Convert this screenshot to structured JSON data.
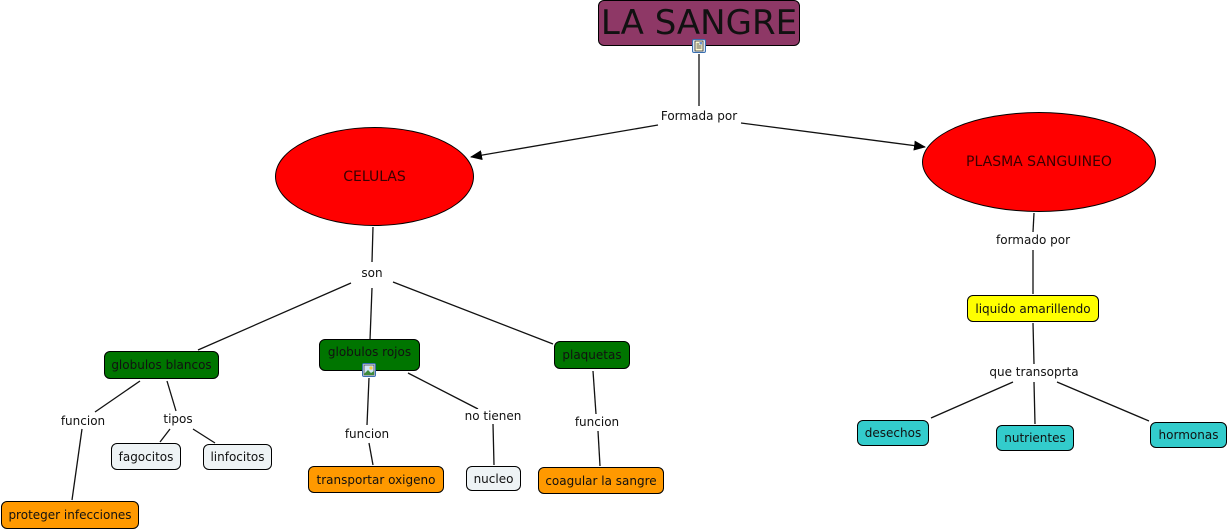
{
  "title": "LA SANGRE",
  "colors": {
    "title_fill": "#8e3866",
    "ellipse_fill": "#ff0000",
    "category_fill": "#007500",
    "function_fill": "#ff9900",
    "type_fill": "#eef3f5",
    "liquid_fill": "#ffff00",
    "content_fill": "#33cccc"
  },
  "nodes": {
    "celulas": "CELULAS",
    "plasma": "PLASMA SANGUINEO",
    "globulos_blancos": "globulos blancos",
    "globulos_rojos": "globulos rojos",
    "plaquetas": "plaquetas",
    "fagocitos": "fagocitos",
    "linfocitos": "linfocitos",
    "proteger_infecciones": "proteger infecciones",
    "transportar_oxigeno": "transportar oxigeno",
    "nucleo": "nucleo",
    "coagular_la_sangre": "coagular la sangre",
    "liquido_amarillendo": "liquido amarillendo",
    "desechos": "desechos",
    "nutrientes": "nutrientes",
    "hormonas": "hormonas"
  },
  "links": {
    "formada_por": "Formada por",
    "son": "son",
    "formado_por": "formado por",
    "funcion_blancos": "funcion",
    "tipos": "tipos",
    "funcion_rojos": "funcion",
    "no_tienen": "no tienen",
    "funcion_plaquetas": "funcion",
    "que_transoprta": "que transoprta"
  },
  "icons": {
    "title_attachment": "document-icon",
    "rojos_attachment": "image-icon"
  }
}
